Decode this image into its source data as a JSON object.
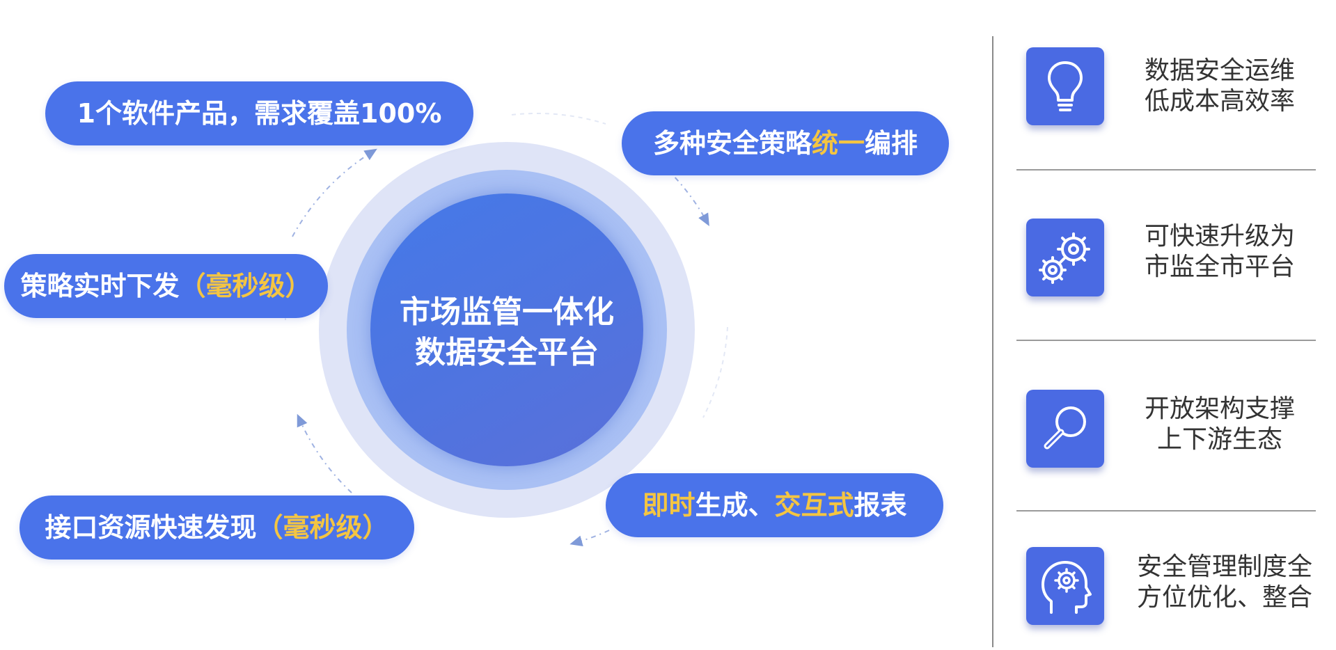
{
  "center": {
    "line1": "市场监管一体化",
    "line2": "数据安全平台"
  },
  "pills": {
    "p1": {
      "text": "1个软件产品，需求覆盖100%"
    },
    "p2": {
      "pre": "多种安全策略",
      "hl": "统一",
      "post": "编排"
    },
    "p3": {
      "pre": "策略实时下发",
      "hl": "（毫秒级）"
    },
    "p4": {
      "pre": "接口资源快速发现",
      "hl": "（毫秒级）"
    },
    "p5": {
      "hl1": "即时",
      "mid": "生成、",
      "hl2": "交互式",
      "post": "报表"
    }
  },
  "features": [
    {
      "icon": "lightbulb-icon",
      "line1": "数据安全运维",
      "line2": "低成本高效率"
    },
    {
      "icon": "gears-icon",
      "line1": "可快速升级为",
      "line2": "市监全市平台"
    },
    {
      "icon": "magnifier-icon",
      "line1": "开放架构支撑",
      "line2": "上下游生态"
    },
    {
      "icon": "head-gear-icon",
      "line1": "安全管理制度全",
      "line2": "方位优化、整合"
    }
  ],
  "colors": {
    "pill": "#4a73ea",
    "highlight": "#f4c542",
    "icon_bg": "#4a6ae3",
    "text": "#333333"
  }
}
